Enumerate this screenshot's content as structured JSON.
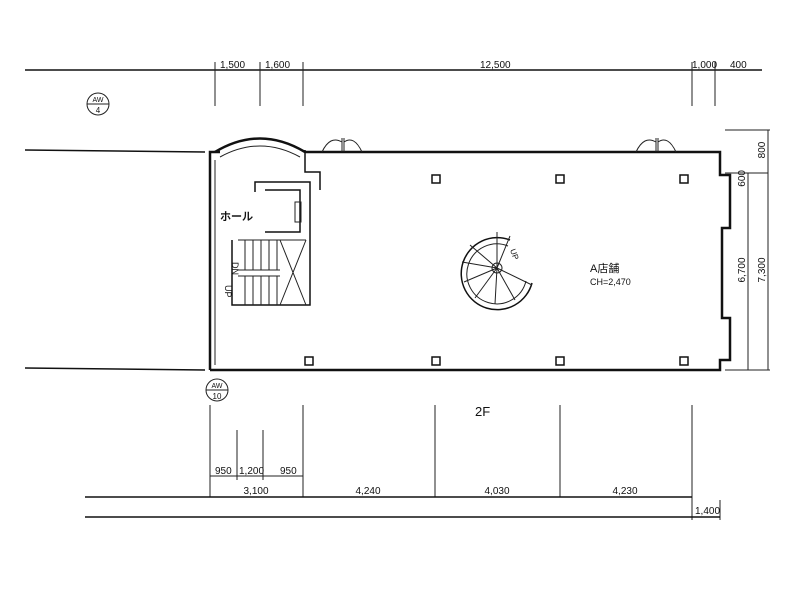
{
  "floor_label": "2F",
  "rooms": {
    "hall": "ホール",
    "shop": "A店舗",
    "ceiling_height": "CH=2,470",
    "stair_dn": "DN",
    "stair_up": "UP",
    "spiral_up": "UP"
  },
  "markers": [
    {
      "top": "AW",
      "bottom": "4"
    },
    {
      "top": "AW",
      "bottom": "10"
    }
  ],
  "dimensions": {
    "top": [
      "1,500",
      "1,600",
      "12,500",
      "1,000",
      "400"
    ],
    "right": [
      "800",
      "600",
      "6,700",
      "7,300"
    ],
    "bottom_sub": [
      "950",
      "1,200",
      "950"
    ],
    "bottom": [
      "3,100",
      "4,240",
      "4,030",
      "4,230"
    ],
    "bottom_extra": "1,400"
  }
}
